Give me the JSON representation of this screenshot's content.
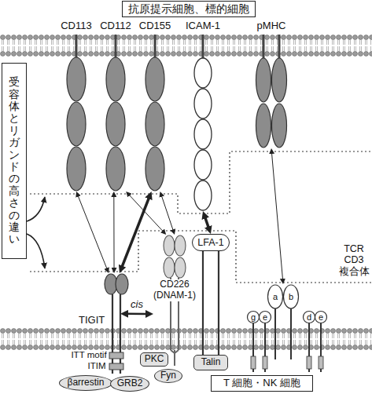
{
  "diagram": {
    "nodes": [
      {
        "text": [
          "抗原提示細胞、標的細胞"
        ]
      },
      {
        "text": [
          "CD113"
        ]
      },
      {
        "text": [
          "CD112"
        ]
      },
      {
        "text": [
          "CD155"
        ]
      },
      {
        "text": [
          "ICAM-1"
        ]
      },
      {
        "text": [
          "pMHC"
        ]
      },
      {
        "text": [
          "受容体とリガンドの高さの違い"
        ]
      },
      {
        "text": [
          "TIGIT"
        ]
      },
      {
        "text": [
          "CD226 (DNAM-1)"
        ]
      },
      {
        "text": [
          "LFA-1"
        ]
      },
      {
        "text": [
          "TCR CD3 複合体"
        ]
      },
      {
        "text": [
          "PKC"
        ]
      },
      {
        "text": [
          "Fyn"
        ]
      },
      {
        "text": [
          "Talin"
        ]
      },
      {
        "text": [
          "βarrestin"
        ]
      },
      {
        "text": [
          "GRB2"
        ]
      },
      {
        "text": [
          "T 細胞・NK 細胞"
        ]
      }
    ],
    "edges": [
      {
        "from": 7,
        "to": 1,
        "arrow": "both"
      },
      {
        "from": 7,
        "to": 2,
        "arrow": "both"
      },
      {
        "from": 7,
        "to": 3,
        "arrow": "both"
      },
      {
        "from": 8,
        "to": 2,
        "arrow": "both"
      },
      {
        "from": 8,
        "to": 3,
        "arrow": "both"
      },
      {
        "from": 9,
        "to": 4,
        "arrow": "both"
      },
      {
        "from": 5,
        "to": 10,
        "arrow": "both"
      },
      {
        "from": 7,
        "to": 8,
        "label": "cis",
        "arrow": "both"
      }
    ],
    "labels": [
      "ITT motif",
      "ITIM",
      "a",
      "b",
      "g",
      "e",
      "d",
      "e"
    ]
  }
}
